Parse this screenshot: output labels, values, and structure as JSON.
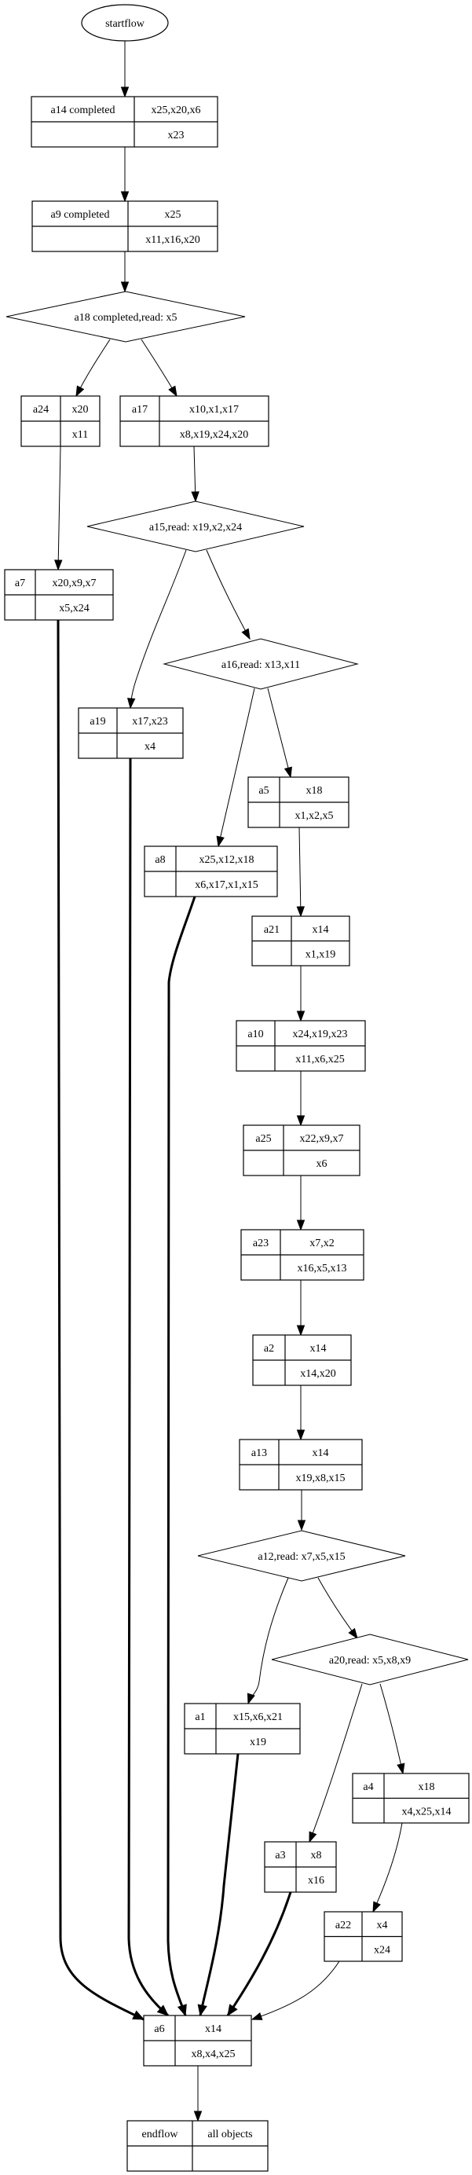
{
  "diagram": {
    "start": {
      "id": "startflow",
      "label": "startflow"
    },
    "nodes": {
      "a14": {
        "name": "a14 completed",
        "writes": "x25,x20,x6",
        "reads": "x23"
      },
      "a9": {
        "name": "a9 completed",
        "writes": "x25",
        "reads": "x11,x16,x20"
      },
      "a24": {
        "name": "a24",
        "writes": "x20",
        "reads": "x11"
      },
      "a17": {
        "name": "a17",
        "writes": "x10,x1,x17",
        "reads": "x8,x19,x24,x20"
      },
      "a7": {
        "name": "a7",
        "writes": "x20,x9,x7",
        "reads": "x5,x24"
      },
      "a19": {
        "name": "a19",
        "writes": "x17,x23",
        "reads": "x4"
      },
      "a5": {
        "name": "a5",
        "writes": "x18",
        "reads": "x1,x2,x5"
      },
      "a8": {
        "name": "a8",
        "writes": "x25,x12,x18",
        "reads": "x6,x17,x1,x15"
      },
      "a21": {
        "name": "a21",
        "writes": "x14",
        "reads": "x1,x19"
      },
      "a10": {
        "name": "a10",
        "writes": "x24,x19,x23",
        "reads": "x11,x6,x25"
      },
      "a25": {
        "name": "a25",
        "writes": "x22,x9,x7",
        "reads": "x6"
      },
      "a23": {
        "name": "a23",
        "writes": "x7,x2",
        "reads": "x16,x5,x13"
      },
      "a2": {
        "name": "a2",
        "writes": "x14",
        "reads": "x14,x20"
      },
      "a13": {
        "name": "a13",
        "writes": "x14",
        "reads": "x19,x8,x15"
      },
      "a1": {
        "name": "a1",
        "writes": "x15,x6,x21",
        "reads": "x19"
      },
      "a4": {
        "name": "a4",
        "writes": "x18",
        "reads": "x4,x25,x14"
      },
      "a3": {
        "name": "a3",
        "writes": "x8",
        "reads": "x16"
      },
      "a22": {
        "name": "a22",
        "writes": "x4",
        "reads": "x24"
      },
      "a6": {
        "name": "a6",
        "writes": "x14",
        "reads": "x8,x4,x25"
      },
      "endflow": {
        "name": "endflow",
        "writes": "all objects",
        "reads": ""
      }
    },
    "decisions": {
      "a18": {
        "label": "a18 completed,read: x5"
      },
      "a15": {
        "label": "a15,read: x19,x2,x24"
      },
      "a16": {
        "label": "a16,read: x13,x11"
      },
      "a12": {
        "label": "a12,read: x7,x5,x15"
      },
      "a20": {
        "label": "a20,read: x5,x8,x9"
      }
    },
    "edges": [
      {
        "from": "startflow",
        "to": "a14",
        "style": "normal"
      },
      {
        "from": "a14",
        "to": "a9",
        "style": "normal"
      },
      {
        "from": "a9",
        "to": "a18",
        "style": "normal"
      },
      {
        "from": "a18",
        "to": "a24",
        "style": "normal"
      },
      {
        "from": "a18",
        "to": "a17",
        "style": "normal"
      },
      {
        "from": "a24",
        "to": "a7",
        "style": "normal"
      },
      {
        "from": "a17",
        "to": "a15",
        "style": "normal"
      },
      {
        "from": "a15",
        "to": "a19",
        "style": "normal"
      },
      {
        "from": "a15",
        "to": "a16",
        "style": "normal"
      },
      {
        "from": "a16",
        "to": "a8",
        "style": "normal"
      },
      {
        "from": "a16",
        "to": "a5",
        "style": "normal"
      },
      {
        "from": "a5",
        "to": "a21",
        "style": "normal"
      },
      {
        "from": "a21",
        "to": "a10",
        "style": "normal"
      },
      {
        "from": "a10",
        "to": "a25",
        "style": "normal"
      },
      {
        "from": "a25",
        "to": "a23",
        "style": "normal"
      },
      {
        "from": "a23",
        "to": "a2",
        "style": "normal"
      },
      {
        "from": "a2",
        "to": "a13",
        "style": "normal"
      },
      {
        "from": "a13",
        "to": "a12",
        "style": "normal"
      },
      {
        "from": "a12",
        "to": "a1",
        "style": "normal"
      },
      {
        "from": "a12",
        "to": "a20",
        "style": "normal"
      },
      {
        "from": "a20",
        "to": "a3",
        "style": "normal"
      },
      {
        "from": "a20",
        "to": "a4",
        "style": "normal"
      },
      {
        "from": "a4",
        "to": "a22",
        "style": "normal"
      },
      {
        "from": "a7",
        "to": "a6",
        "style": "bold"
      },
      {
        "from": "a19",
        "to": "a6",
        "style": "bold"
      },
      {
        "from": "a8",
        "to": "a6",
        "style": "bold"
      },
      {
        "from": "a1",
        "to": "a6",
        "style": "bold"
      },
      {
        "from": "a3",
        "to": "a6",
        "style": "bold"
      },
      {
        "from": "a22",
        "to": "a6",
        "style": "normal"
      },
      {
        "from": "a6",
        "to": "endflow",
        "style": "normal"
      }
    ]
  }
}
